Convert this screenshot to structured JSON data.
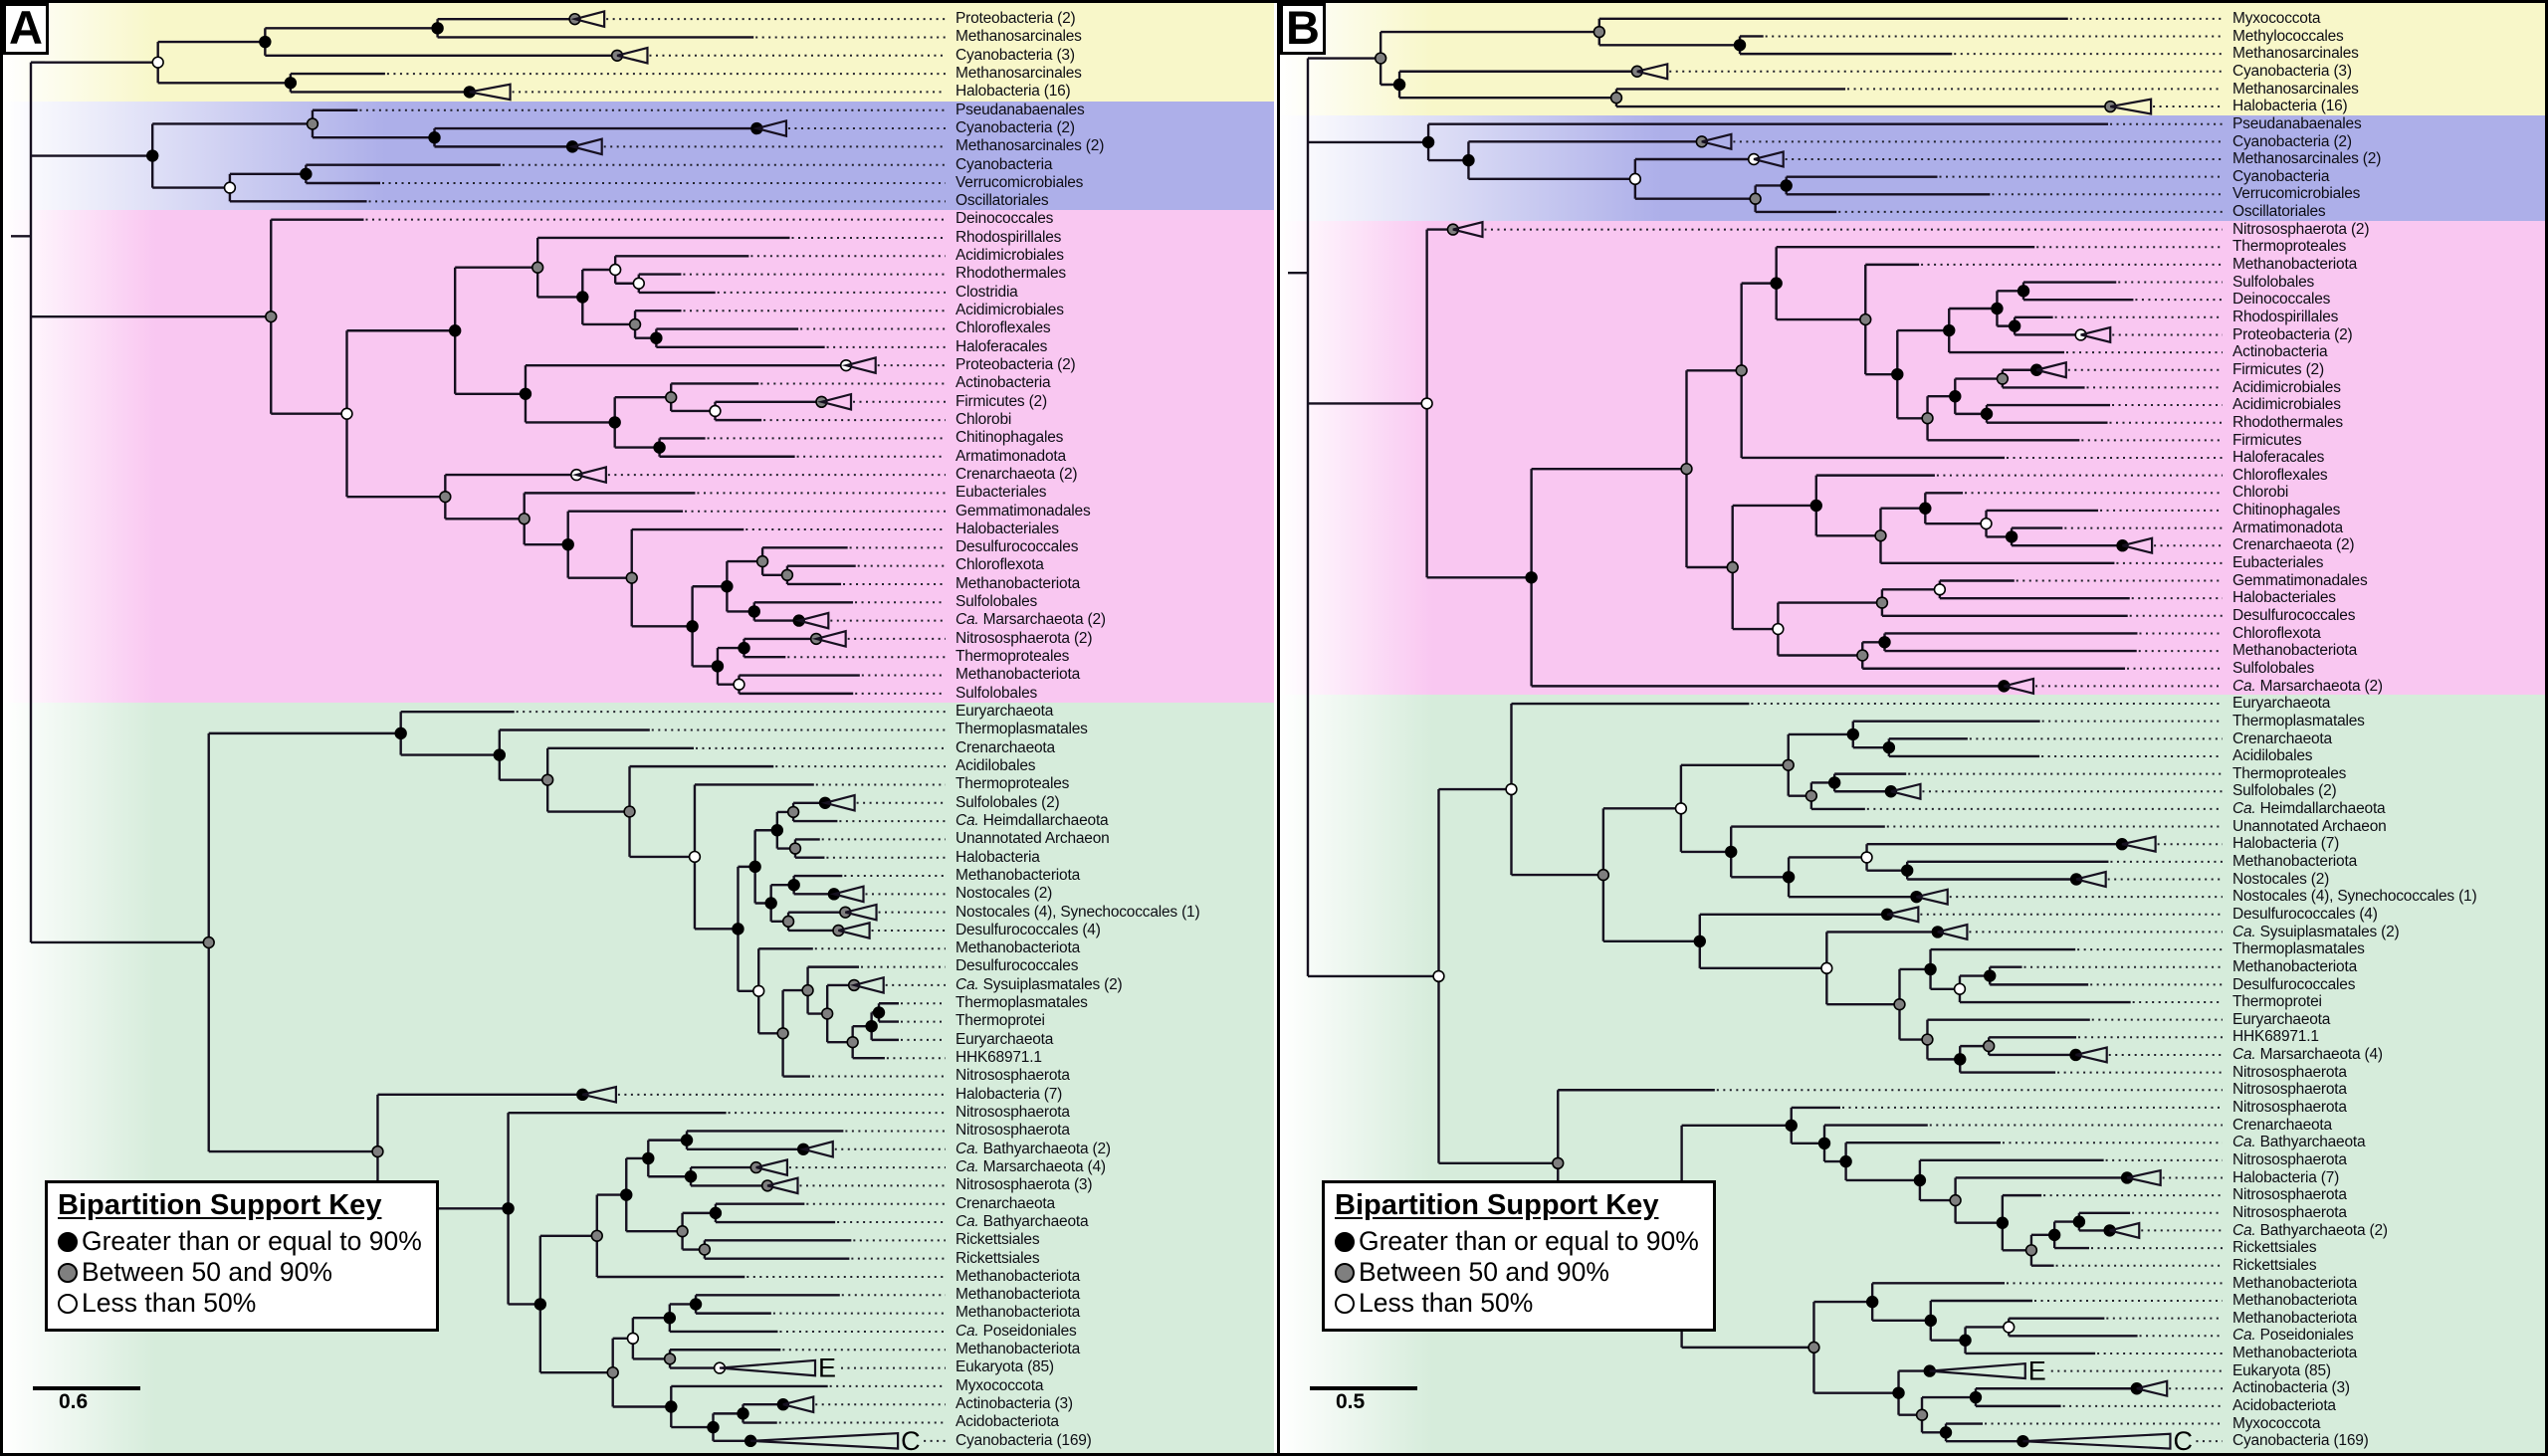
{
  "figure": {
    "colors": {
      "yellow": "#f8f7c9",
      "blue": "#adafe9",
      "pink": "#f9c7f1",
      "green": "#d6ecdb",
      "branch": "#161020",
      "leader": "#20202a"
    },
    "legend": {
      "title": "Bipartition Support Key",
      "items": [
        {
          "icon": "support-ge-90-icon",
          "fill": "#000000",
          "label": "Greater than or equal to 90%"
        },
        {
          "icon": "support-50-90-icon",
          "fill": "#7f7f7f",
          "label": "Between 50 and 90%"
        },
        {
          "icon": "support-lt-50-icon",
          "fill": "#ffffff",
          "label": "Less than 50%"
        }
      ]
    },
    "panels": [
      {
        "letter": "A",
        "scale_bar": "0.6",
        "bands": [
          {
            "color": "yellow",
            "from": 0,
            "to": 4
          },
          {
            "color": "blue",
            "from": 5,
            "to": 10
          },
          {
            "color": "pink",
            "from": 11,
            "to": 37
          },
          {
            "color": "green",
            "from": 38,
            "to": 78
          }
        ],
        "tips": [
          {
            "label": "Proteobacteria (2)"
          },
          {
            "label": "Methanosarcinales"
          },
          {
            "label": "Cyanobacteria (3)"
          },
          {
            "label": "Methanosarcinales"
          },
          {
            "label": "Halobacteria (16)"
          },
          {
            "label": "Pseudanabaenales"
          },
          {
            "label": "Cyanobacteria (2)"
          },
          {
            "label": "Methanosarcinales (2)"
          },
          {
            "label": "Cyanobacteria"
          },
          {
            "label": "Verrucomicrobiales"
          },
          {
            "label": "Oscillatoriales"
          },
          {
            "label": "Deinococcales"
          },
          {
            "label": "Rhodospirillales"
          },
          {
            "label": "Acidimicrobiales"
          },
          {
            "label": "Rhodothermales"
          },
          {
            "label": "Clostridia"
          },
          {
            "label": "Acidimicrobiales"
          },
          {
            "label": "Chloroflexales"
          },
          {
            "label": "Haloferacales"
          },
          {
            "label": "Proteobacteria (2)"
          },
          {
            "label": "Actinobacteria"
          },
          {
            "label": "Firmicutes (2)"
          },
          {
            "label": "Chlorobi"
          },
          {
            "label": "Chitinophagales"
          },
          {
            "label": "Armatimonadota"
          },
          {
            "label": "Crenarchaeota (2)"
          },
          {
            "label": "Eubacteriales"
          },
          {
            "label": "Gemmatimonadales"
          },
          {
            "label": "Halobacteriales"
          },
          {
            "label": "Desulfurococcales"
          },
          {
            "label": "Chloroflexota"
          },
          {
            "label": "Methanobacteriota"
          },
          {
            "label": "Sulfolobales"
          },
          {
            "label": "Ca. Marsarchaeota (2)"
          },
          {
            "label": "Nitrososphaerota (2)"
          },
          {
            "label": "Thermoproteales"
          },
          {
            "label": "Methanobacteriota"
          },
          {
            "label": "Sulfolobales"
          },
          {
            "label": "Euryarchaeota"
          },
          {
            "label": "Thermoplasmatales"
          },
          {
            "label": "Crenarchaeota"
          },
          {
            "label": "Acidilobales"
          },
          {
            "label": "Thermoproteales"
          },
          {
            "label": "Sulfolobales (2)"
          },
          {
            "label": "Ca. Heimdallarchaeota"
          },
          {
            "label": "Unannotated Archaeon"
          },
          {
            "label": "Halobacteria"
          },
          {
            "label": "Methanobacteriota"
          },
          {
            "label": "Nostocales (2)"
          },
          {
            "label": "Nostocales (4), Synechococcales (1)"
          },
          {
            "label": "Desulfurococcales (4)"
          },
          {
            "label": "Methanobacteriota"
          },
          {
            "label": "Desulfurococcales"
          },
          {
            "label": "Ca. Sysuiplasmatales (2)"
          },
          {
            "label": "Thermoplasmatales"
          },
          {
            "label": "Thermoprotei"
          },
          {
            "label": "Euryarchaeota"
          },
          {
            "label": "HHK68971.1"
          },
          {
            "label": "Nitrososphaerota"
          },
          {
            "label": "Halobacteria (7)"
          },
          {
            "label": "Nitrososphaerota"
          },
          {
            "label": "Nitrososphaerota"
          },
          {
            "label": "Ca. Bathyarchaeota (2)"
          },
          {
            "label": "Ca. Marsarchaeota (4)"
          },
          {
            "label": "Nitrososphaerota (3)"
          },
          {
            "label": "Crenarchaeota"
          },
          {
            "label": "Ca. Bathyarchaeota"
          },
          {
            "label": "Rickettsiales"
          },
          {
            "label": "Rickettsiales"
          },
          {
            "label": "Methanobacteriota"
          },
          {
            "label": "Methanobacteriota"
          },
          {
            "label": "Methanobacteriota"
          },
          {
            "label": "Ca. Poseidoniales"
          },
          {
            "label": "Methanobacteriota"
          },
          {
            "label": "Eukaryota (85)",
            "tag": "E"
          },
          {
            "label": "Myxococcota"
          },
          {
            "label": "Actinobacteria (3)"
          },
          {
            "label": "Acidobacteriota"
          },
          {
            "label": "Cyanobacteria (169)",
            "tag": "C"
          }
        ]
      },
      {
        "letter": "B",
        "scale_bar": "0.5",
        "bands": [
          {
            "color": "yellow",
            "from": 0,
            "to": 5
          },
          {
            "color": "blue",
            "from": 6,
            "to": 11
          },
          {
            "color": "pink",
            "from": 12,
            "to": 38
          },
          {
            "color": "green",
            "from": 39,
            "to": 81
          }
        ],
        "tips": [
          {
            "label": "Myxococcota"
          },
          {
            "label": "Methylococcales"
          },
          {
            "label": "Methanosarcinales"
          },
          {
            "label": "Cyanobacteria (3)"
          },
          {
            "label": "Methanosarcinales"
          },
          {
            "label": "Halobacteria (16)"
          },
          {
            "label": "Pseudanabaenales"
          },
          {
            "label": "Cyanobacteria (2)"
          },
          {
            "label": "Methanosarcinales (2)"
          },
          {
            "label": "Cyanobacteria"
          },
          {
            "label": "Verrucomicrobiales"
          },
          {
            "label": "Oscillatoriales"
          },
          {
            "label": "Nitrososphaerota (2)"
          },
          {
            "label": "Thermoproteales"
          },
          {
            "label": "Methanobacteriota"
          },
          {
            "label": "Sulfolobales"
          },
          {
            "label": "Deinococcales"
          },
          {
            "label": "Rhodospirillales"
          },
          {
            "label": "Proteobacteria (2)"
          },
          {
            "label": "Actinobacteria"
          },
          {
            "label": "Firmicutes (2)"
          },
          {
            "label": "Acidimicrobiales"
          },
          {
            "label": "Acidimicrobiales"
          },
          {
            "label": "Rhodothermales"
          },
          {
            "label": "Firmicutes"
          },
          {
            "label": "Haloferacales"
          },
          {
            "label": "Chloroflexales"
          },
          {
            "label": "Chlorobi"
          },
          {
            "label": "Chitinophagales"
          },
          {
            "label": "Armatimonadota"
          },
          {
            "label": "Crenarchaeota (2)"
          },
          {
            "label": "Eubacteriales"
          },
          {
            "label": "Gemmatimonadales"
          },
          {
            "label": "Halobacteriales"
          },
          {
            "label": "Desulfurococcales"
          },
          {
            "label": "Chloroflexota"
          },
          {
            "label": "Methanobacteriota"
          },
          {
            "label": "Sulfolobales"
          },
          {
            "label": "Ca. Marsarchaeota (2)"
          },
          {
            "label": "Euryarchaeota"
          },
          {
            "label": "Thermoplasmatales"
          },
          {
            "label": "Crenarchaeota"
          },
          {
            "label": "Acidilobales"
          },
          {
            "label": "Thermoproteales"
          },
          {
            "label": "Sulfolobales (2)"
          },
          {
            "label": "Ca. Heimdallarchaeota"
          },
          {
            "label": "Unannotated Archaeon"
          },
          {
            "label": "Halobacteria (7)"
          },
          {
            "label": "Methanobacteriota"
          },
          {
            "label": "Nostocales (2)"
          },
          {
            "label": "Nostocales (4), Synechococcales (1)"
          },
          {
            "label": "Desulfurococcales (4)"
          },
          {
            "label": "Ca. Sysuiplasmatales (2)"
          },
          {
            "label": "Thermoplasmatales"
          },
          {
            "label": "Methanobacteriota"
          },
          {
            "label": "Desulfurococcales"
          },
          {
            "label": "Thermoprotei"
          },
          {
            "label": "Euryarchaeota"
          },
          {
            "label": "HHK68971.1"
          },
          {
            "label": "Ca. Marsarchaeota (4)"
          },
          {
            "label": "Nitrososphaerota"
          },
          {
            "label": "Nitrososphaerota"
          },
          {
            "label": "Nitrososphaerota"
          },
          {
            "label": "Crenarchaeota"
          },
          {
            "label": "Ca. Bathyarchaeota"
          },
          {
            "label": "Nitrososphaerota"
          },
          {
            "label": "Halobacteria (7)"
          },
          {
            "label": "Nitrososphaerota"
          },
          {
            "label": "Nitrososphaerota"
          },
          {
            "label": "Ca. Bathyarchaeota (2)"
          },
          {
            "label": "Rickettsiales"
          },
          {
            "label": "Rickettsiales"
          },
          {
            "label": "Methanobacteriota"
          },
          {
            "label": "Methanobacteriota"
          },
          {
            "label": "Methanobacteriota"
          },
          {
            "label": "Ca. Poseidoniales"
          },
          {
            "label": "Methanobacteriota"
          },
          {
            "label": "Eukaryota (85)",
            "tag": "E"
          },
          {
            "label": "Actinobacteria (3)"
          },
          {
            "label": "Acidobacteriota"
          },
          {
            "label": "Myxococcota"
          },
          {
            "label": "Cyanobacteria (169)",
            "tag": "C"
          }
        ]
      }
    ]
  }
}
